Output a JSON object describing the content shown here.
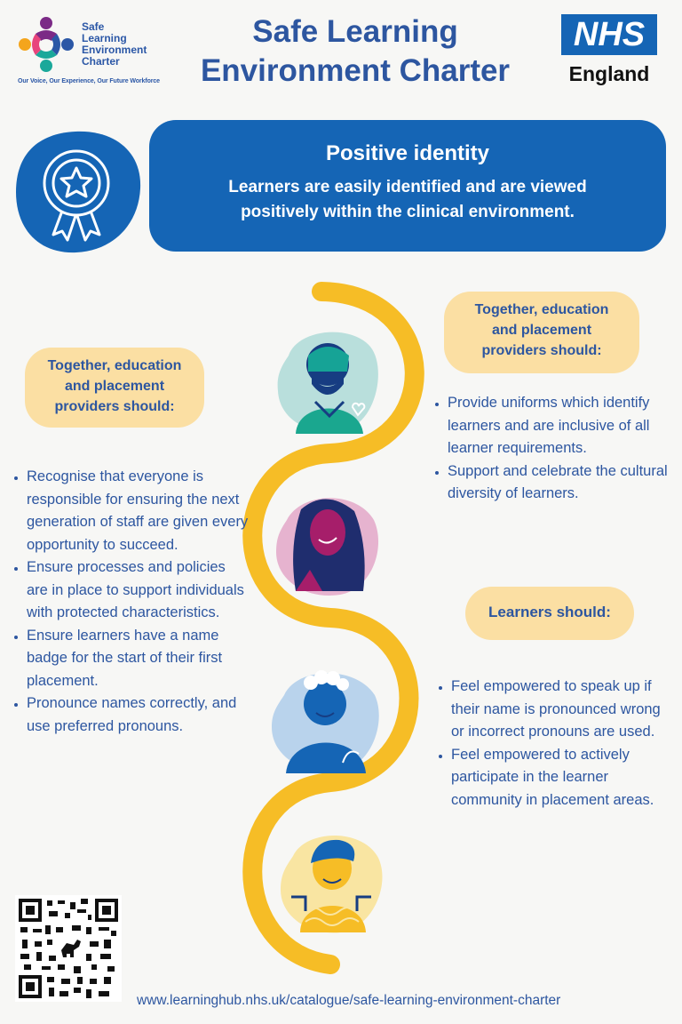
{
  "logo": {
    "line1": "Safe",
    "line2": "Learning",
    "line3": "Environment",
    "line4": "Charter",
    "tagline": "Our Voice, Our Experience, Our Future Workforce"
  },
  "header": {
    "title_line1": "Safe Learning",
    "title_line2": "Environment Charter"
  },
  "nhs": {
    "badge": "NHS",
    "region": "England"
  },
  "banner": {
    "title": "Positive identity",
    "subtitle_line1": "Learners are easily identified and are viewed",
    "subtitle_line2": "positively within the clinical environment."
  },
  "left_pill": {
    "line1": "Together, education",
    "line2": "and placement",
    "line3": "providers should:"
  },
  "left_bullets": [
    "Recognise that everyone is responsible for ensuring the next generation of staff are given every opportunity to succeed.",
    "Ensure processes and policies are in place to support individuals with protected characteristics.",
    "Ensure learners have a name badge for the start of their first placement.",
    "Pronounce names correctly, and use preferred pronouns."
  ],
  "right_pill_1": {
    "line1": "Together, education",
    "line2": "and placement",
    "line3": "providers should:"
  },
  "right_bullets_1": [
    "Provide uniforms which identify learners and are inclusive of all learner requirements.",
    "Support and celebrate the cultural diversity of learners."
  ],
  "right_pill_2": {
    "line1": "Learners should:"
  },
  "right_bullets_2": [
    "Feel empowered to speak up if their name is pronounced wrong or incorrect pronouns are used.",
    "Feel empowered to actively participate in the learner community in placement areas."
  ],
  "footer": {
    "url": "www.learninghub.nhs.uk/catalogue/safe-learning-environment-charter"
  },
  "colors": {
    "blue": "#1565b5",
    "text_blue": "#2d56a0",
    "yellow": "#f6bd26",
    "pill": "#fbdfa3"
  }
}
